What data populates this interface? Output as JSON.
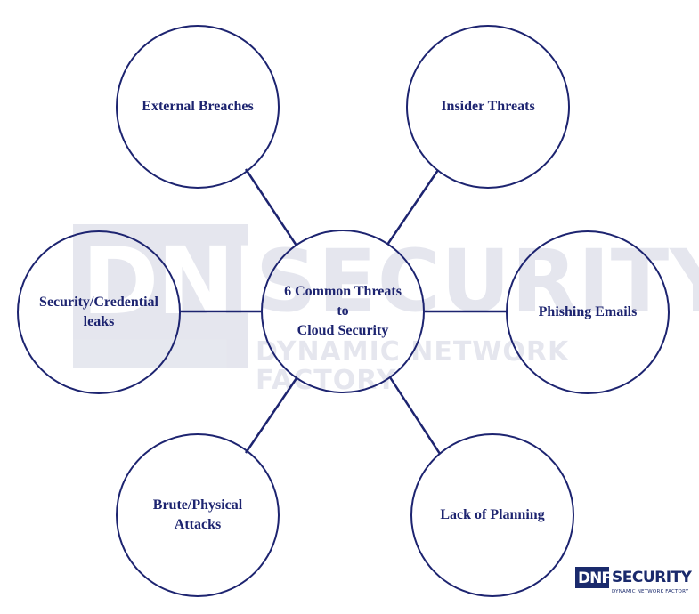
{
  "watermark": {
    "brand": "DNF",
    "word": "SECURITY",
    "tagline": "DYNAMIC NETWORK FACTORY"
  },
  "logo": {
    "brand": "DNF",
    "word": "SECURITY",
    "tagline": "DYNAMIC NETWORK FACTORY"
  },
  "colors": {
    "stroke": "#1d2470",
    "text": "#1d2470",
    "watermark": "#1a2a6c"
  },
  "center": {
    "label": "6 Common Threats\nto\nCloud Security"
  },
  "threats": [
    {
      "id": "external-breaches",
      "label": "External Breaches"
    },
    {
      "id": "insider-threats",
      "label": "Insider Threats"
    },
    {
      "id": "security-credential-leaks",
      "label": "Security/Credential\nleaks"
    },
    {
      "id": "phishing-emails",
      "label": "Phishing Emails"
    },
    {
      "id": "brute-physical-attacks",
      "label": "Brute/Physical\nAttacks"
    },
    {
      "id": "lack-of-planning",
      "label": "Lack of Planning"
    }
  ]
}
